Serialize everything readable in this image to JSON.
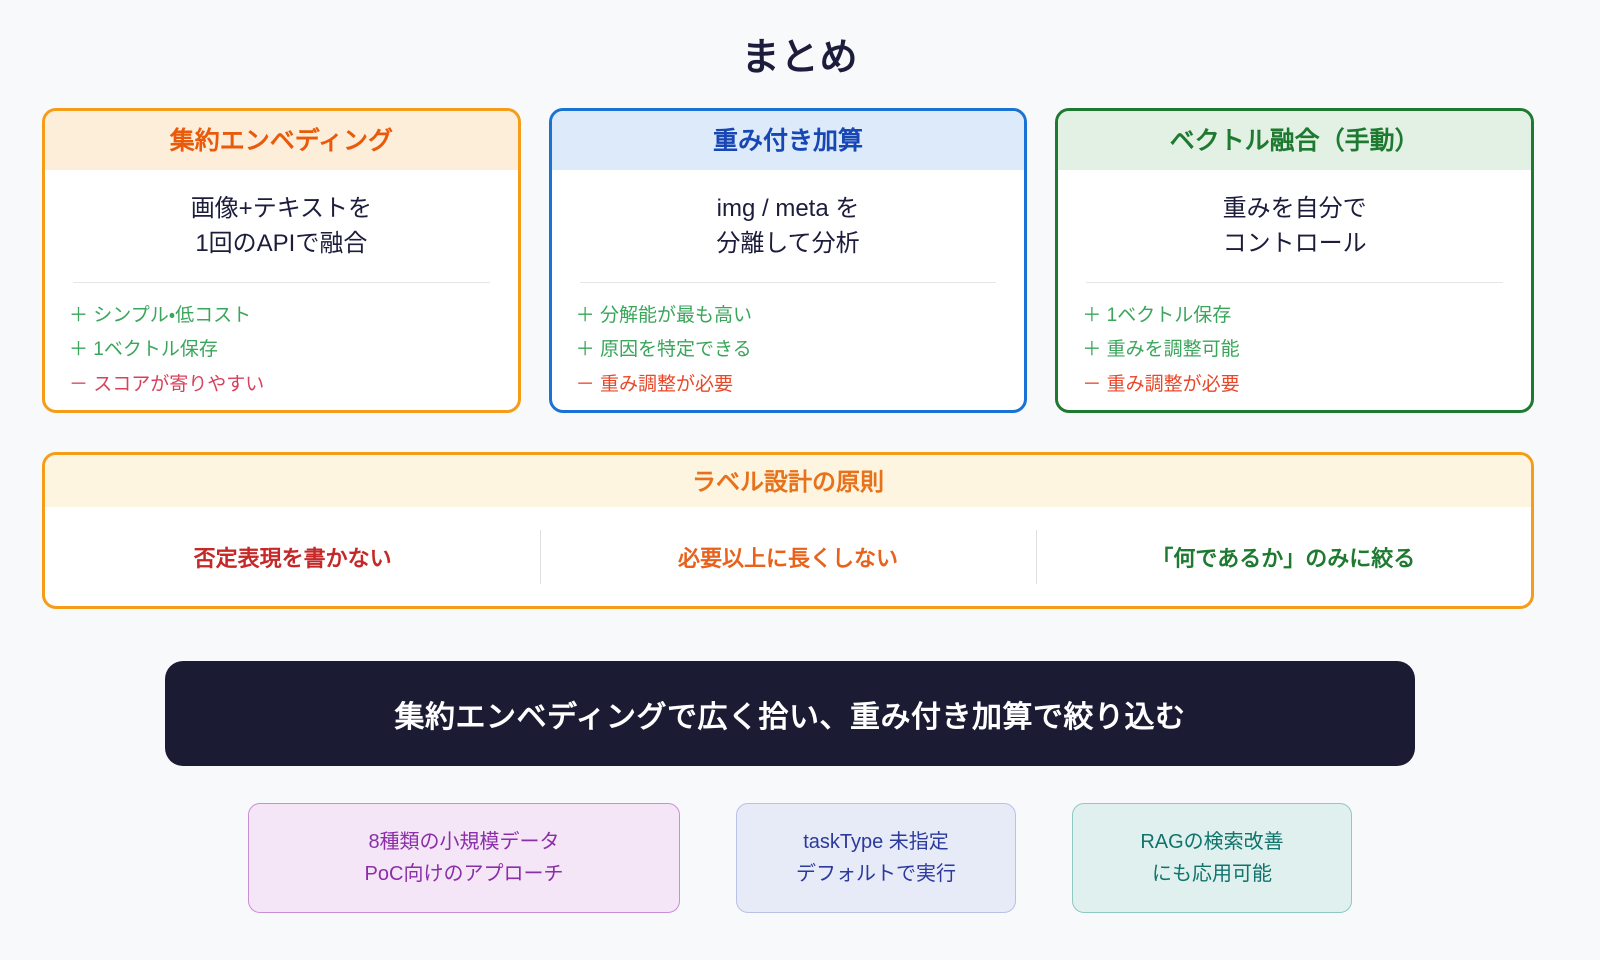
{
  "page": {
    "title": "まとめ",
    "background_color": "#f8f9fb",
    "title_color": "#1c1c3c"
  },
  "cards": [
    {
      "accent": "#f59c19",
      "header_bg": "#fdeed9",
      "header_color": "#ea5a0b",
      "title": "集約エンベディング",
      "lead_line1": "画像+テキストを",
      "lead_line2": "1回のAPIで融合",
      "bullets": [
        {
          "text": "＋ シンプル・低コスト",
          "type": "pro"
        },
        {
          "text": "＋ 1ベクトル保存",
          "type": "pro"
        },
        {
          "text": "－ スコアが寄りやすい",
          "type": "con"
        }
      ]
    },
    {
      "accent": "#1a73d4",
      "header_bg": "#ddeaf9",
      "header_color": "#1746b5",
      "title": "重み付き加算",
      "lead_line1": "img / meta を",
      "lead_line2": "分離して分析",
      "bullets": [
        {
          "text": "＋ 分解能が最も高い",
          "type": "pro"
        },
        {
          "text": "＋ 原因を特定できる",
          "type": "pro"
        },
        {
          "text": "－ 重み調整が必要",
          "type": "con"
        }
      ]
    },
    {
      "accent": "#1f7a31",
      "header_bg": "#e2f1e4",
      "header_color": "#1f7a31",
      "title": "ベクトル融合（手動）",
      "lead_line1": "重みを自分で",
      "lead_line2": "コントロール",
      "bullets": [
        {
          "text": "＋ 1ベクトル保存",
          "type": "pro"
        },
        {
          "text": "＋ 重みを調整可能",
          "type": "pro"
        },
        {
          "text": "－ 重み調整が必要",
          "type": "con"
        }
      ]
    }
  ],
  "principles": {
    "header": "ラベル設計の原則",
    "header_bg": "#fdf5df",
    "header_color": "#e8721b",
    "border_color": "#f59c19",
    "items": [
      {
        "text": "否定表現を書かない",
        "color": "#c62828"
      },
      {
        "text": "必要以上に長くしない",
        "color": "#e8621b"
      },
      {
        "text": "「何であるか」のみに絞る",
        "color": "#1f7a31"
      }
    ]
  },
  "banner": {
    "text": "集約エンベディングで広く拾い、重み付き加算で絞り込む",
    "background_color": "#1b1b33",
    "text_color": "#ffffff"
  },
  "pills": [
    {
      "line1": "8種類の小規模データ",
      "line2": "PoC向けのアプローチ",
      "theme": "purple",
      "background_color": "#f5e6f7",
      "border_color": "#c98fd6",
      "text_color": "#8b2fa8"
    },
    {
      "line1": "taskType 未指定",
      "line2": "デフォルトで実行",
      "theme": "indigo",
      "background_color": "#e7eaf7",
      "border_color": "#b9c2e6",
      "text_color": "#2b3a9c"
    },
    {
      "line1": "RAGの検索改善",
      "line2": "にも応用可能",
      "theme": "teal",
      "background_color": "#dff0ee",
      "border_color": "#8fc9c3",
      "text_color": "#11736c"
    }
  ]
}
